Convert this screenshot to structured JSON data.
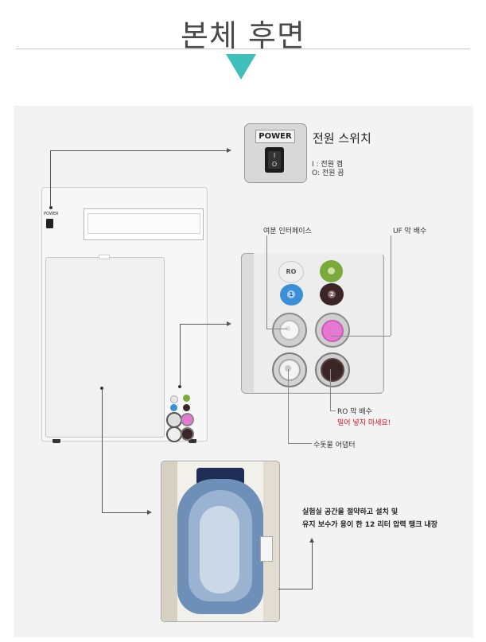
{
  "header": {
    "title": "본체 후면"
  },
  "device": {
    "power_label": "POWER"
  },
  "power": {
    "badge": "POWER",
    "switch_on_mark": "I",
    "switch_off_mark": "O",
    "heading": "전원 스위치",
    "on_text": "I : 전원 켬",
    "off_text": "O: 전원 끔"
  },
  "ports": {
    "ro_badge": "RO",
    "badge_1": "1",
    "badge_2": "2",
    "interface_label": "여분 인터페이스",
    "uf_label": "UF 막 배수",
    "ro_drain_label": "RO 막 배수",
    "warning": "밀어 넣지 마세요!",
    "adapter_label": "수돗물 어댑터"
  },
  "tank": {
    "line1": "실험실 공간을 절약하고 설치 및",
    "line2": "유지 보수가 용이 한 12 리터 압력 탱크 내장"
  },
  "colors": {
    "accent": "#3fc0bd",
    "ro_white": "#f0f0f0",
    "green": "#7aab3a",
    "blue": "#3b8fd6",
    "dark_plum": "#3a2626",
    "pink": "#e678d2",
    "warning_red": "#d0101a"
  }
}
